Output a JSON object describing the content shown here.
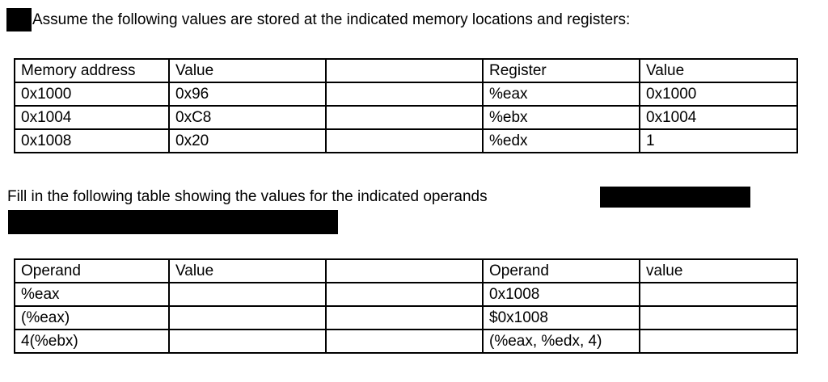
{
  "document": {
    "intro": {
      "redacted_marker": "redacted-block",
      "text": "Assume the following values are stored at the indicated memory locations and registers:"
    },
    "instruction": {
      "text": "Fill in the following table showing the values for the indicated operands",
      "redacted_tail": "redacted-block",
      "redacted_second_line": "redacted-block"
    },
    "memory_register_table": {
      "name": "memory-and-register-values",
      "headers": [
        "Memory address",
        "Value",
        "",
        "Register",
        "Value"
      ],
      "rows": [
        [
          "0x1000",
          "0x96",
          "",
          "%eax",
          "0x1000"
        ],
        [
          "0x1004",
          "0xC8",
          "",
          "%ebx",
          "0x1004"
        ],
        [
          "0x1008",
          "0x20",
          "",
          "%edx",
          "1"
        ]
      ]
    },
    "operand_table": {
      "name": "operand-values",
      "headers": [
        "Operand",
        "Value",
        "",
        "Operand",
        "value"
      ],
      "rows": [
        [
          "%eax",
          "",
          "",
          "0x1008",
          ""
        ],
        [
          "(%eax)",
          "",
          "",
          "$0x1008",
          ""
        ],
        [
          "4(%ebx)",
          "",
          "",
          "(%eax, %edx, 4)",
          ""
        ]
      ]
    },
    "colors": {
      "text": "#000000",
      "background": "#ffffff",
      "table_border": "#000000",
      "redaction": "#000000"
    }
  }
}
